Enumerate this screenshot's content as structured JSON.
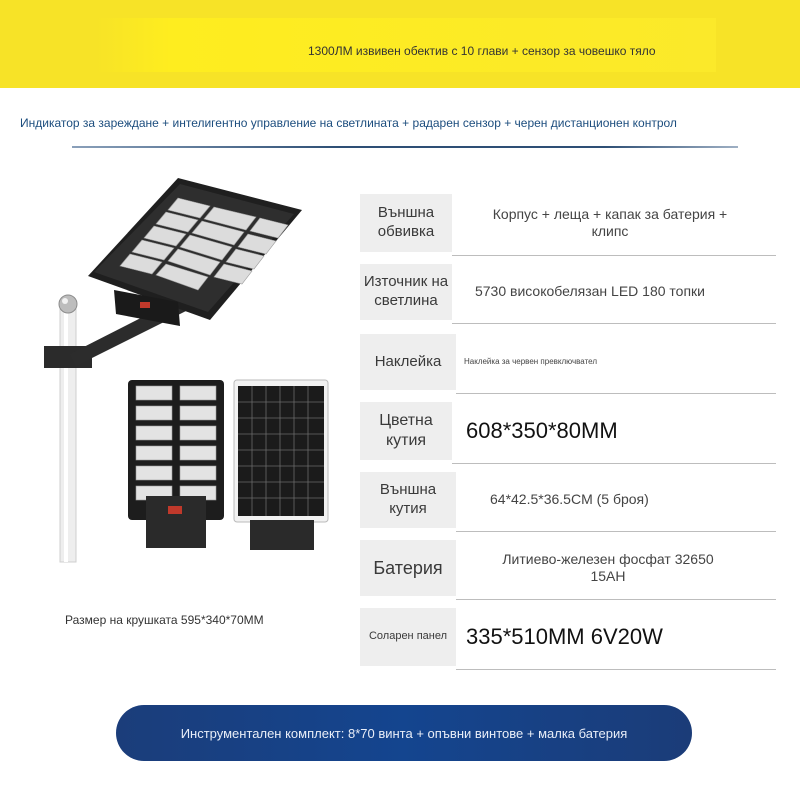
{
  "banner": {
    "title": "1300ЛМ извивен обектив с 10 глави + сензор за човешко тяло"
  },
  "subtitle": "Индикатор за зареждане + интелигентно управление на светлината + радарен сензор + черен дистанционен контрол",
  "bulb_size": "Размер на крушката 595*340*70MM",
  "specs": [
    {
      "label": "Външна обвивка",
      "value": "Корпус + леща + капак за батерия + клипс"
    },
    {
      "label": "Източник на светлина",
      "value": "5730 високобелязан LED 180 топки"
    },
    {
      "label": "Наклейка",
      "value": "Наклейка за червен превключвател"
    },
    {
      "label": "Цветна кутия",
      "value": "608*350*80MM"
    },
    {
      "label": "Външна кутия",
      "value": "64*42.5*36.5CM (5 броя)"
    },
    {
      "label": "Батерия",
      "value": "Литиево-железен фосфат 32650 15AH"
    },
    {
      "label": "Соларен панел",
      "value": "335*510MM 6V20W"
    }
  ],
  "footer": "Инструментален комплект: 8*70 винта + опъвни винтове + малка батерия",
  "colors": {
    "banner": "#f7e327",
    "accent_blue": "#1c4d7e",
    "pill": "#14458f"
  }
}
